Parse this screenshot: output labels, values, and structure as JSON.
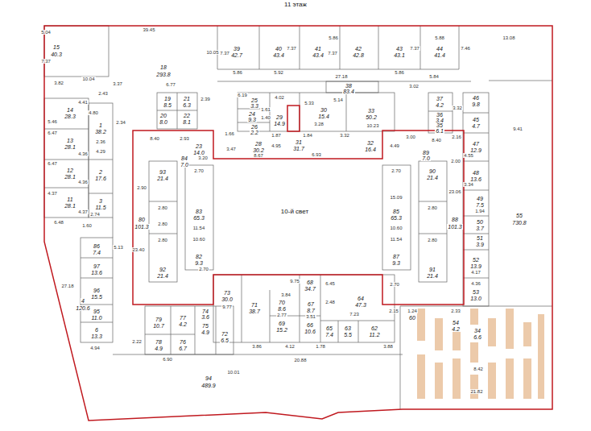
{
  "diagram": {
    "labels": [
      "11 этаж",
      "5.04",
      "39.45",
      "15",
      "40.3",
      "7.37",
      "10.04",
      "3.82",
      "18",
      "293.8",
      "10.05",
      "39",
      "42.7",
      "7.37",
      "5.86",
      "40",
      "43.4",
      "7.37",
      "5.92",
      "41",
      "43.4",
      "7.37",
      "5.86",
      "42",
      "42.8",
      "43",
      "43.1",
      "7.37",
      "5.88",
      "44",
      "41.4",
      "7.46",
      "13.08",
      "27.18",
      "5.86",
      "38",
      "83.4",
      "5.84",
      "3.02",
      "6.77",
      "2.43",
      "3.37",
      "19",
      "8.5",
      "21",
      "6.3",
      "20",
      "8.0",
      "22",
      "8.1",
      "2.39",
      "14",
      "28.3",
      "4.41",
      "5.46",
      "6.47",
      "13",
      "28.1",
      "4.36",
      "6.47",
      "12",
      "28.1",
      "4.36",
      "4.37",
      "11",
      "28.1",
      "4.37",
      "6.48",
      "1",
      "38.2",
      "4.80",
      "2.34",
      "2.36",
      "4.29",
      "2",
      "17.6",
      "3",
      "11.5",
      "2.74",
      "1.60",
      "6.19",
      "25",
      "3.3",
      "24",
      "9.3",
      "1.61",
      "1.40",
      "26",
      "2.2",
      "4.02",
      "29",
      "14.9",
      "30",
      "15.4",
      "5.33",
      "3.28",
      "5.14",
      "33",
      "50.2",
      "10.23",
      "3.32",
      "1.84",
      "1.66",
      "1.87",
      "28",
      "30.2",
      "8.67",
      "3.47",
      "23",
      "14.0",
      "2.93",
      "3.20",
      "31",
      "31.7",
      "4.95",
      "6.93",
      "32",
      "16.4",
      "4.49",
      "3.00",
      "8.40",
      "8.40",
      "2.00",
      "37",
      "4.2",
      "36",
      "3.4",
      "35",
      "6.1",
      "46",
      "9.8",
      "3.32",
      "45",
      "4.7",
      "2.16",
      "9.41",
      "47",
      "12.9",
      "4.55",
      "48",
      "13.6",
      "3.34",
      "23.06",
      "49",
      "7.5",
      "1.94",
      "50",
      "3.7",
      "51",
      "3.9",
      "52",
      "13.9",
      "4.17",
      "4.36",
      "53",
      "13.0",
      "55",
      "730.8",
      "93",
      "21.4",
      "84",
      "7.0",
      "2.70",
      "2.90",
      "80",
      "101.3",
      "23.40",
      "2.80",
      "2.80",
      "2.80",
      "83",
      "65.3",
      "11.54",
      "10.60",
      "92",
      "21.4",
      "82",
      "9.3",
      "2.70",
      "10-й свет",
      "9.75",
      "90",
      "21.4",
      "89",
      "7.0",
      "2.70",
      "85",
      "65.3",
      "10.60",
      "11.54",
      "15.09",
      "88",
      "101.3",
      "91",
      "21.4",
      "87",
      "9.3",
      "2.70",
      "2.80",
      "2.80",
      "73",
      "30.0",
      "9.77",
      "71",
      "38.7",
      "68",
      "34.7",
      "3.84",
      "70",
      "8.6",
      "2.77",
      "67",
      "8.7",
      "3.51",
      "69",
      "15.2",
      "66",
      "10.6",
      "6.45",
      "64",
      "47.3",
      "7.23",
      "2.48",
      "65",
      "7.4",
      "63",
      "5.5",
      "62",
      "11.2",
      "3.88",
      "3.86",
      "4.12",
      "1.78",
      "20.88",
      "94",
      "489.9",
      "10.01",
      "4",
      "120.6",
      "27.18",
      "86",
      "7.4",
      "97",
      "13.6",
      "96",
      "15.5",
      "95",
      "11.0",
      "6",
      "13.3",
      "5.13",
      "4.94",
      "79",
      "10.7",
      "77",
      "4.2",
      "78",
      "4.9",
      "76",
      "6.7",
      "75",
      "4.9",
      "74",
      "3.6",
      "72",
      "6.5",
      "2.22",
      "6.90",
      "1.24",
      "60",
      "2.15",
      "2.33",
      "54",
      "4.2",
      "34",
      "6.6",
      "8.42",
      "21.82"
    ]
  }
}
